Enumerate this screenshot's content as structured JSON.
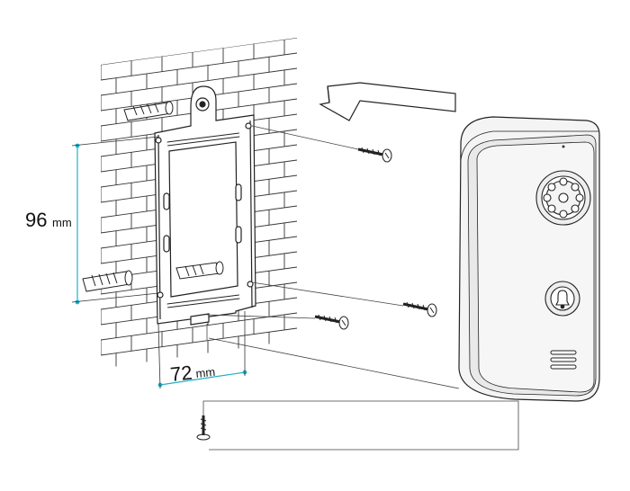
{
  "dimensions": {
    "height": {
      "value": "96",
      "unit": "mm"
    },
    "width": {
      "value": "72",
      "unit": "mm"
    }
  },
  "colors": {
    "line": "#222222",
    "brick_line": "#333333",
    "dimension_accent": "#22b0c8",
    "device_body": "#f4f4f4",
    "device_shadow": "#d9d9d9"
  },
  "parts": [
    {
      "name": "brick-wall"
    },
    {
      "name": "mounting-bracket"
    },
    {
      "name": "wall-plug"
    },
    {
      "name": "screw"
    },
    {
      "name": "doorbell-unit"
    },
    {
      "name": "camera-lens",
      "icon": "camera-icon"
    },
    {
      "name": "call-button",
      "icon": "bell-icon"
    },
    {
      "name": "speaker-grille"
    },
    {
      "name": "bottom-set-screw"
    }
  ]
}
